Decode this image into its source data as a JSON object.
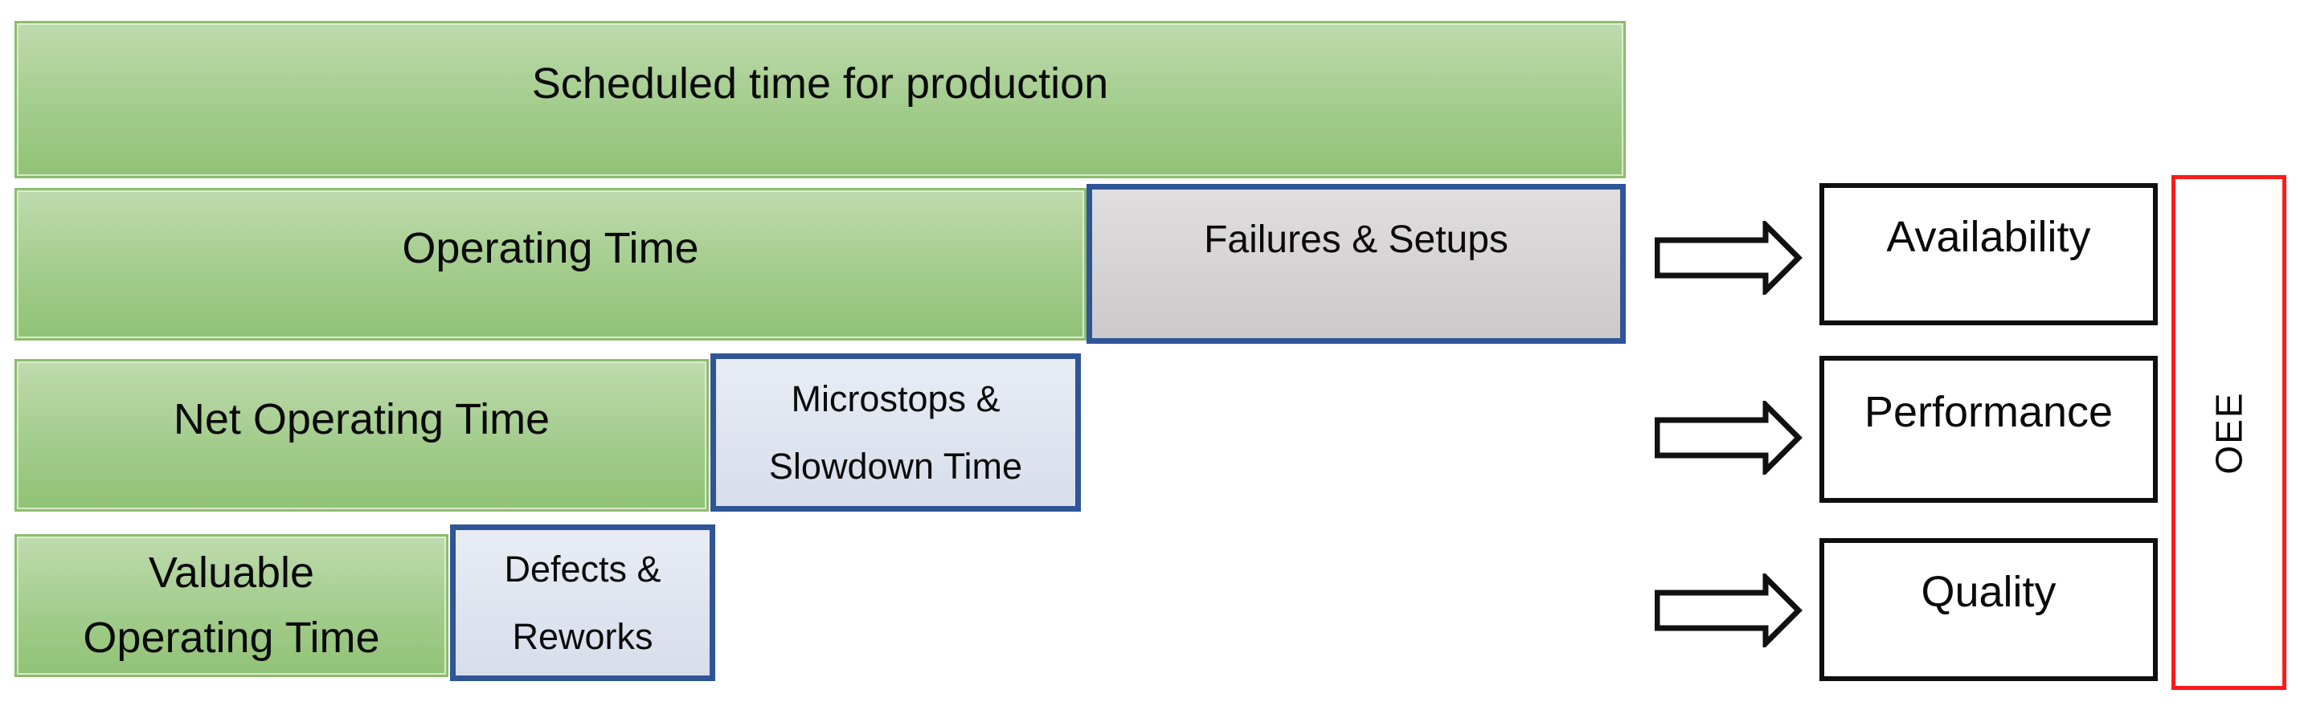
{
  "bars": {
    "scheduled": {
      "label": "Scheduled time for production"
    },
    "operating": {
      "label": "Operating Time"
    },
    "net_operating": {
      "label": "Net Operating Time"
    },
    "valuable": {
      "label": "Valuable\nOperating Time"
    }
  },
  "losses": {
    "failures": {
      "label": "Failures & Setups"
    },
    "microstops": {
      "label": "Microstops &\nSlowdown Time"
    },
    "defects": {
      "label": "Defects &\nReworks"
    }
  },
  "metrics": {
    "availability": {
      "label": "Availability"
    },
    "performance": {
      "label": "Performance"
    },
    "quality": {
      "label": "Quality"
    }
  },
  "oee": {
    "label": "OEE"
  },
  "colors": {
    "green_fill_top": "#c2e0b1",
    "green_fill_bottom": "#8fc173",
    "green_border": "#8ebc6f",
    "loss_border_blue": "#2f5597",
    "gray_fill": "#d2d0d0",
    "blue_fill": "#dbe2ef",
    "metric_border": "#0f0f0f",
    "oee_border": "#fd1a1a",
    "arrow_outline": "#111111",
    "text": "#0a0a0a"
  }
}
